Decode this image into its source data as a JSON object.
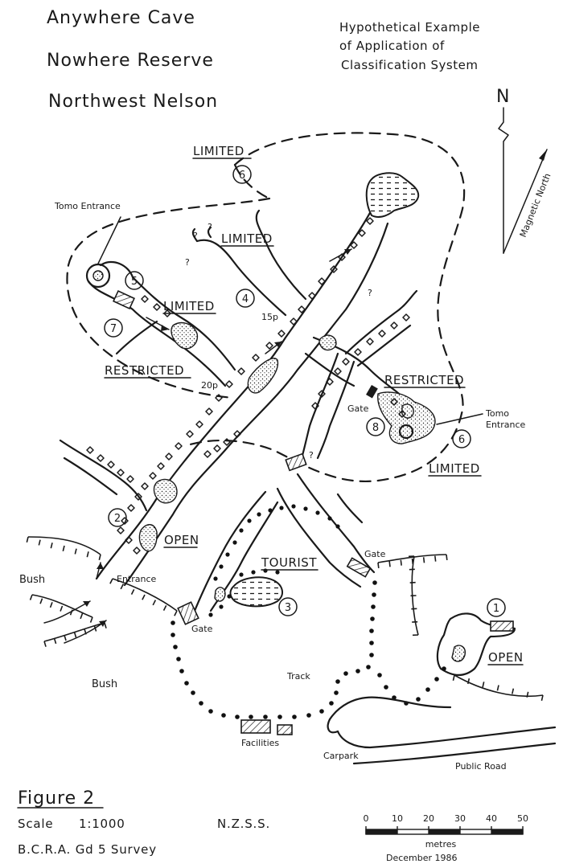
{
  "title": {
    "cave": "Anywhere   Cave",
    "reserve": "Nowhere   Reserve",
    "region": "Northwest  Nelson"
  },
  "description": {
    "line1": "Hypothetical  Example",
    "line2": "of Application  of",
    "line3": "Classification  System"
  },
  "north": {
    "label": "N",
    "magnetic_label": "Magnetic   North"
  },
  "zones": {
    "limited_top": "LIMITED",
    "limited_mid": "LIMITED",
    "limited_left": "LIMITED",
    "limited_bottom": "LIMITED",
    "restricted_left": "RESTRICTED",
    "restricted_right": "RESTRICTED",
    "open_main": "OPEN",
    "open_right": "OPEN",
    "tourist": "TOURIST"
  },
  "zone_numbers": {
    "n1": "1",
    "n2": "2",
    "n3": "3",
    "n4": "4",
    "n5": "5",
    "n6a": "6",
    "n6b": "6",
    "n7": "7",
    "n8": "8"
  },
  "labels": {
    "tomo_entrance_left": "Tomo  Entrance",
    "tomo_entrance_right_1": "Tomo",
    "tomo_entrance_right_2": "Entrance",
    "pitch_15": "15p",
    "pitch_20": "20p",
    "gate_right": "Gate",
    "gate_tourist": "Gate",
    "gate_bottom": "Gate",
    "entrance": "Entrance",
    "bush_left": "Bush",
    "bush_bottom": "Bush",
    "track": "Track",
    "facilities": "Facilities",
    "carpark": "Carpark",
    "public_road": "Public Road",
    "question_marks": [
      "?",
      "?",
      "?",
      "?",
      "?"
    ]
  },
  "footer": {
    "figure": "Figure  2",
    "scale_label": "Scale",
    "scale_value": "1:1000",
    "society": "N.Z.S.S.",
    "survey": "B.C.R.A.  Gd 5  Survey",
    "date": "December  1986"
  },
  "scale_bar": {
    "unit": "metres",
    "ticks": [
      "0",
      "10",
      "20",
      "30",
      "40",
      "50"
    ]
  }
}
